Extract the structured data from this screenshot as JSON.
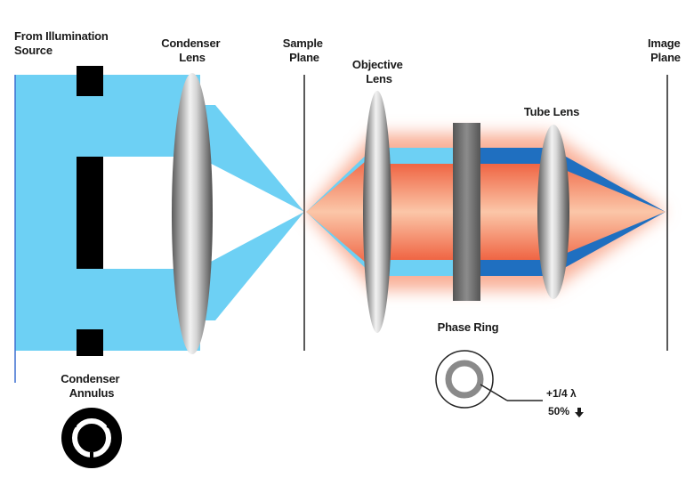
{
  "labels": {
    "illumination_source": [
      "From Illumination",
      "Source"
    ],
    "condenser_lens": [
      "Condenser",
      "Lens"
    ],
    "sample_plane": [
      "Sample",
      "Plane"
    ],
    "objective_lens": [
      "Objective",
      "Lens"
    ],
    "tube_lens": "Tube Lens",
    "image_plane": [
      "Image",
      "Plane"
    ],
    "phase_ring": "Phase Ring",
    "condenser_annulus": [
      "Condenser",
      "Annulus"
    ],
    "phase_shift": "+1/4 λ",
    "attenuation": "50%",
    "attenuation_arrow": "down-arrow-icon"
  },
  "colors": {
    "illumination_light": "#6dd0f4",
    "undiffracted_light": "#1f6fc0",
    "diffracted_light": "#f0684a",
    "diffracted_glow": "#f8b09a",
    "annulus_black": "#000000",
    "phase_ring_gray": "#8a8a8a",
    "lens_gray": "#9a9a9a"
  }
}
